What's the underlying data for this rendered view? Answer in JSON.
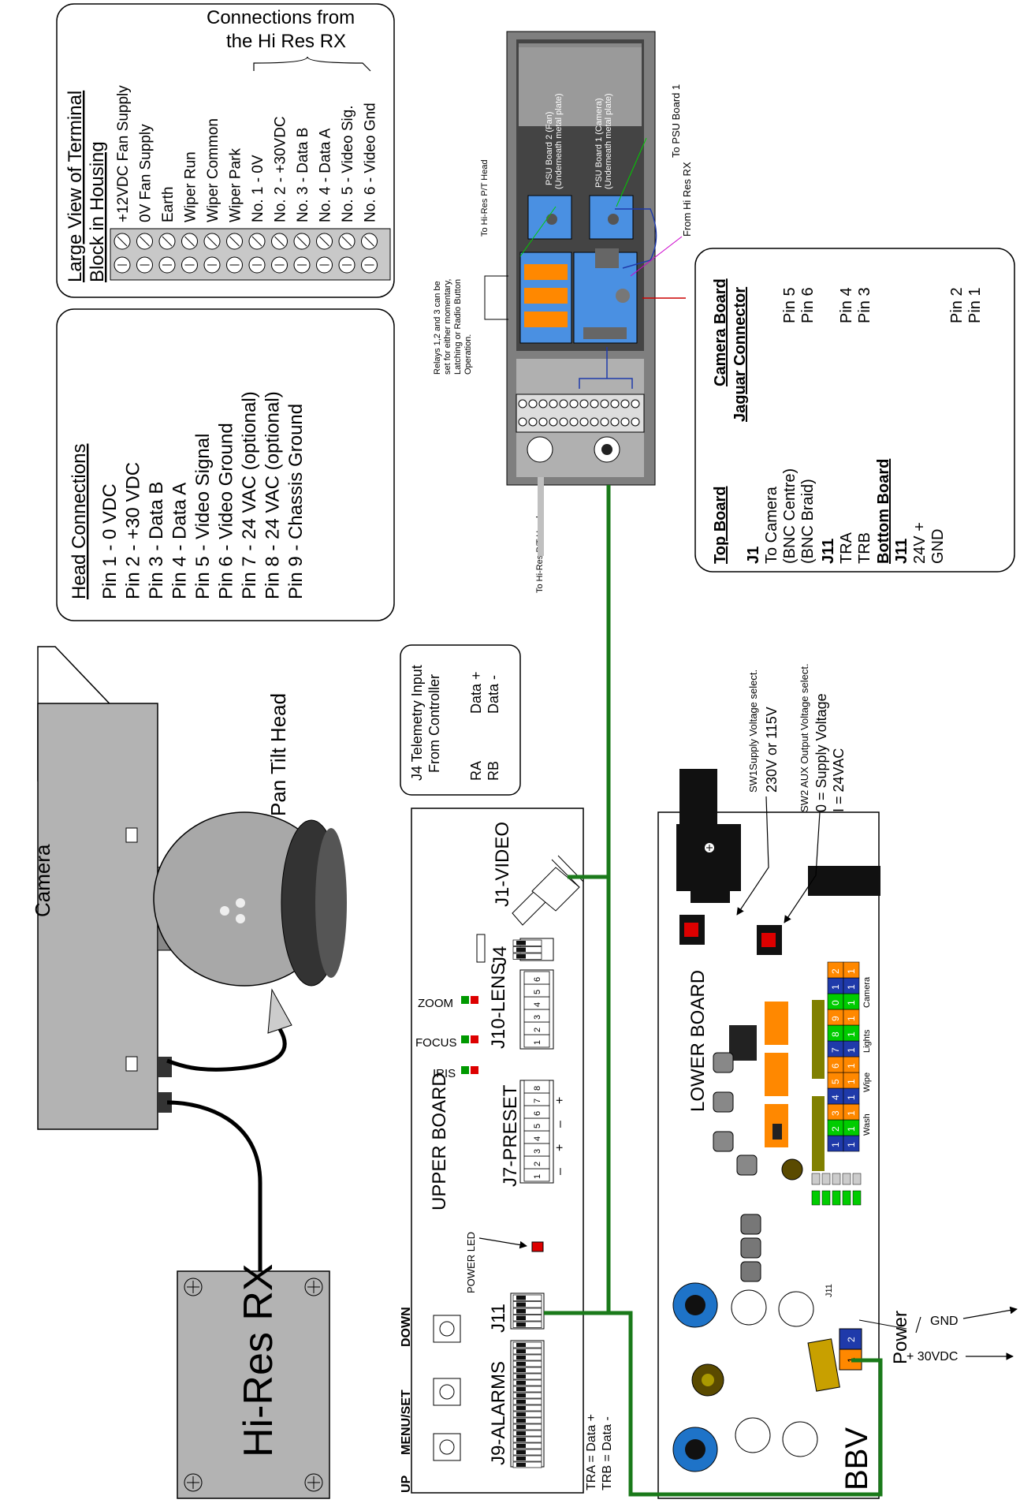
{
  "camera": {
    "label": "Camera"
  },
  "pan_tilt_head": {
    "label": "Pan Tilt Head"
  },
  "receiver": {
    "label": "Hi-Res RX"
  },
  "head_connections": {
    "title": "Head Connections",
    "pins": [
      "Pin 1 - 0 VDC",
      "Pin 2 - +30 VDC",
      "Pin 3 - Data B",
      "Pin 4 - Data A",
      "Pin 5 - Video Signal",
      "Pin 6 - Video Ground",
      "Pin 7 - 24 VAC (optional)",
      "Pin 8 - 24 VAC (optional)",
      "Pin 9 - Chassis Ground"
    ]
  },
  "terminal_block": {
    "title_line1": "Large View of Terminal",
    "title_line2": "Block in Housing",
    "connections_label_line1": "Connections from",
    "connections_label_line2": "the Hi Res RX",
    "terminals": [
      "+12VDC Fan Supply",
      "0V Fan Supply",
      "Earth",
      "Wiper Run",
      "Wiper Common",
      "Wiper Park",
      "No. 1 - 0V",
      "No. 2 - +30VDC",
      "No. 3 - Data B",
      "No. 4 - Data A",
      "No. 5 - Video Sig.",
      "No. 6 - Video Gnd"
    ]
  },
  "housing": {
    "psu_board_2": "PSU Board 2 (Fan)",
    "psu_board_2_sub": "(Underneath metal plate)",
    "psu_board_1": "PSU Board 1 (Camera)",
    "psu_board_1_sub": "(Underneath metal plate)",
    "to_psu_board_1": "To PSU Board 1",
    "from_hi_res_rx": "From Hi Res RX",
    "to_hi_res_pt_head_1": "To Hi-Res  P/T Head",
    "to_hi_res_pt_head_2": "To Hi-Res  P/T Head",
    "relays_note": [
      "Relays 1,2 and 3 can be",
      "set for either momentary,",
      "Latching or Radio Button",
      "Operation."
    ]
  },
  "camera_board": {
    "title_line1": "Camera Board",
    "title_line2": "Jaguar Connector",
    "top_board": "Top Board",
    "j1": "J1",
    "to_camera": "To Camera",
    "bnc_centre": "(BNC Centre)",
    "bnc_braid": "(BNC Braid)",
    "j11_top": "J11",
    "tra": "TRA",
    "trb": "TRB",
    "bottom_board": "Bottom Board",
    "j11_bottom": "J11",
    "v24": "24V +",
    "gnd": "GND",
    "pin5": "Pin 5",
    "pin6": "Pin 6",
    "pin4": "Pin 4",
    "pin3": "Pin 3",
    "pin2": "Pin 2",
    "pin1": "Pin 1"
  },
  "j4_box": {
    "title_line1": "J4 Telemetry Input",
    "title_line2": "From Controller",
    "ra": "RA",
    "rb": "RB",
    "data_plus": "Data +",
    "data_minus": "Data -"
  },
  "upper_board": {
    "title": "UPPER BOARD",
    "j1_video": "J1-VIDEO",
    "j4": "J4",
    "j10_lens": "J10-LENS",
    "j7_preset": "J7-PRESET",
    "j9_alarms": "J9-ALARMS",
    "j11": "J11",
    "zoom": "ZOOM",
    "focus": "FOCUS",
    "iris": "IRIS",
    "power_led": "POWER LED",
    "up": "UP",
    "menu_set": "MENU/SET",
    "down": "DOWN",
    "tra_note": "TRA = Data +",
    "trb_note": "TRB = Data -",
    "lens_pins": [
      "1",
      "2",
      "3",
      "4",
      "5",
      "6"
    ],
    "preset_pins": [
      "1",
      "2",
      "3",
      "4",
      "5",
      "6",
      "7",
      "8"
    ],
    "preset_signs": [
      "–",
      "+",
      "–",
      "+"
    ]
  },
  "lower_board": {
    "title": "LOWER BOARD",
    "sw1_line1": "SW1Supply Voltage  select.",
    "sw1_line2": "230V or 115V",
    "sw2_line1": "SW2 AUX Output Voltage select.",
    "sw2_line2": "0 = Supply Voltage",
    "sw2_line3": "I = 24VAC",
    "terminals": [
      "1",
      "2",
      "3",
      "4",
      "5",
      "6",
      "7",
      "8",
      "9",
      "0",
      "1",
      "2"
    ],
    "terminals_left": [
      "1",
      "1",
      "1",
      "1",
      "1",
      "1",
      "1",
      "1",
      "1",
      "1",
      "1",
      "1"
    ],
    "groups": [
      "Wash",
      "Wipe",
      "Lights",
      "Camera"
    ],
    "j11": "J11",
    "power": "Power",
    "gnd": "GND",
    "v30": "+ 30VDC",
    "bbv": "BBV",
    "pin1": "1",
    "pin2": "2"
  },
  "colors": {
    "wire_green": "#1a7a1a",
    "housing_gray": "#7f7f7f",
    "board_blue": "#4a90e2",
    "knob_blue": "#1e73c8"
  }
}
